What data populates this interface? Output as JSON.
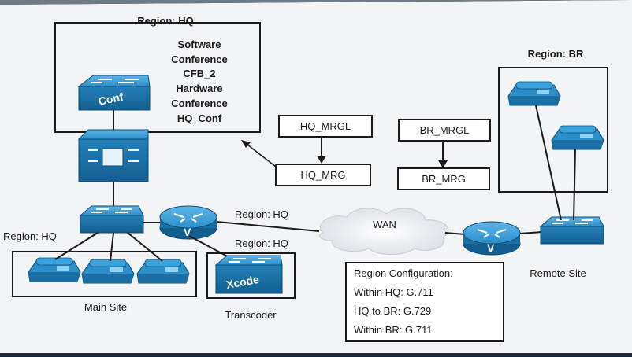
{
  "hq_region": {
    "title": "Region: HQ",
    "lines": [
      "Software",
      "Conference",
      "CFB_2",
      "Hardware",
      "Conference",
      "HQ_Conf"
    ],
    "conf_label": "Conf"
  },
  "br_region": {
    "title": "Region: BR"
  },
  "mrgl": {
    "hq_mrgl": "HQ_MRGL",
    "hq_mrg": "HQ_MRG",
    "br_mrgl": "BR_MRGL",
    "br_mrg": "BR_MRG"
  },
  "links": {
    "region_hq_wan": "Region: HQ",
    "region_hq_xcode": "Region: HQ",
    "region_hq_left": "Region: HQ",
    "wan": "WAN"
  },
  "sites": {
    "main_site": "Main Site",
    "transcoder": "Transcoder",
    "remote_site": "Remote Site",
    "xcode_label": "Xcode",
    "router_label": "V"
  },
  "region_config": {
    "title": "Region Configuration:",
    "lines": [
      "Within HQ: G.711",
      "HQ to BR: G.729",
      "Within BR: G.711"
    ]
  },
  "colors": {
    "device_blue": "#2c8fc9",
    "device_dark": "#125f8f",
    "paper": "#f3f4f6",
    "line": "#1a1a1a"
  }
}
